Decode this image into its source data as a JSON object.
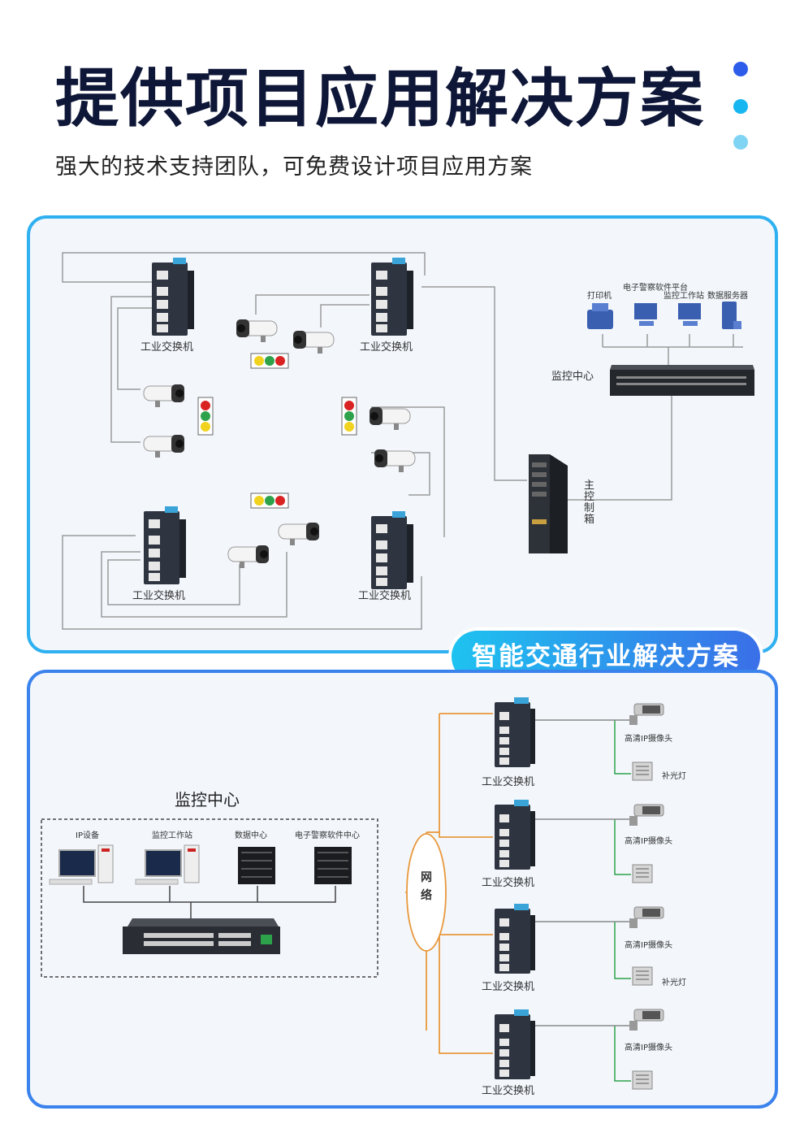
{
  "header": {
    "title": "提供项目应用解决方案",
    "subtitle": "强大的技术支持团队，可免费设计项目应用方案"
  },
  "banner": "智能交通行业解决方案",
  "diagram1": {
    "switch_label": "工业交换机",
    "center_label": "监控中心",
    "master_box_label": "主控制箱",
    "devices": [
      "打印机",
      "电子警察软件平台",
      "监控工作站",
      "数据服务器"
    ]
  },
  "diagram2": {
    "center_title": "监控中心",
    "center_items": [
      "IP设备",
      "监控工作站",
      "数据中心",
      "电子警察软件中心"
    ],
    "network_label": "网络",
    "switch_label": "工业交换机",
    "camera_label": "高清IP摄像头",
    "light_label": "补光灯"
  },
  "colors": {
    "title": "#0f1738",
    "panel_border": "#2fb0f0",
    "banner_start": "#1ec3f0",
    "banner_end": "#3a6fe8",
    "orange_line": "#e8983c"
  }
}
